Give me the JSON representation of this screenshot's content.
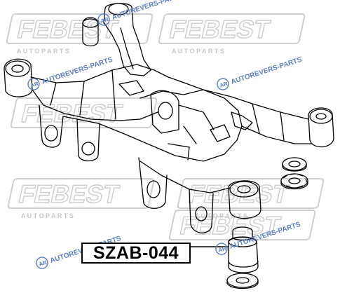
{
  "part_number": "SZAB-044",
  "watermarks": {
    "brand": "FEBEST",
    "brand_subtitle": "A U T O P A R T S",
    "site": "AUTOREVERS-PARTS"
  },
  "colors": {
    "line": "#000000",
    "watermark": "#d0d0d0",
    "site_watermark": "#5b7fc4"
  }
}
